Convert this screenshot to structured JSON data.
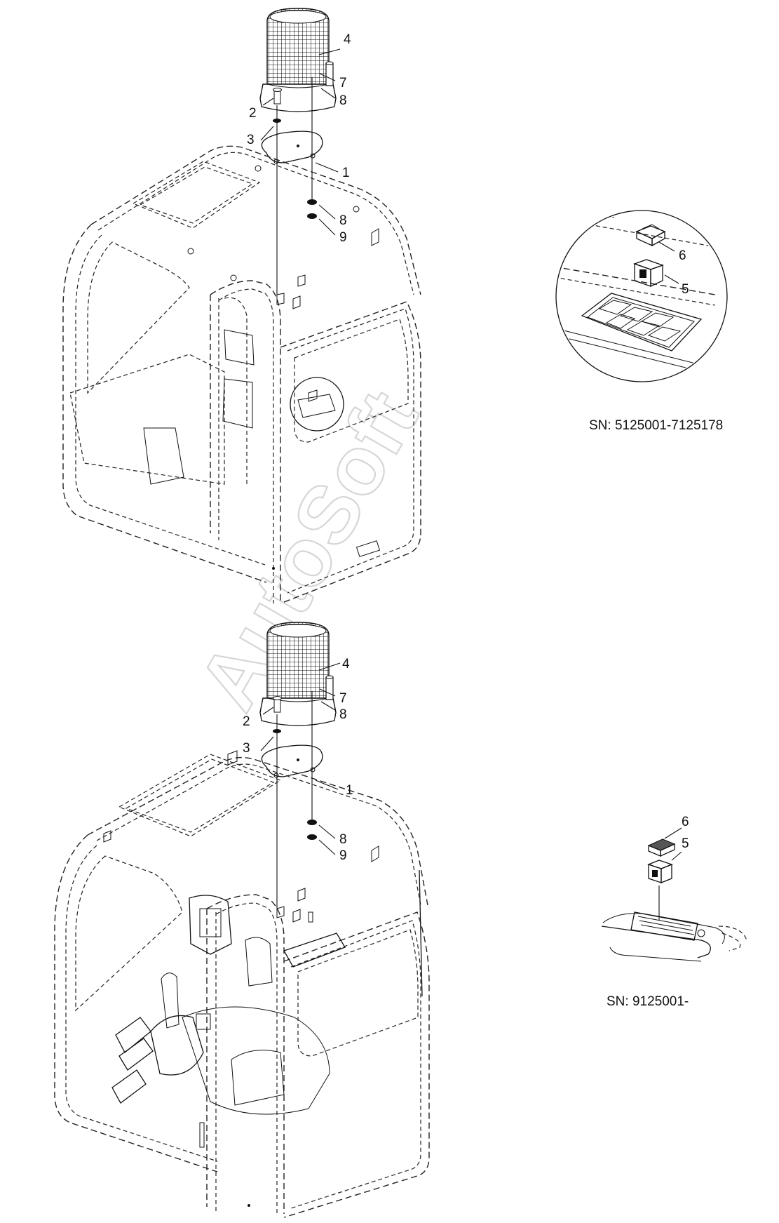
{
  "watermark": "AutoSoft",
  "top_view": {
    "callouts": [
      {
        "id": "c1",
        "text": "1"
      },
      {
        "id": "c2",
        "text": "2"
      },
      {
        "id": "c3",
        "text": "3"
      },
      {
        "id": "c4",
        "text": "4"
      },
      {
        "id": "c7",
        "text": "7"
      },
      {
        "id": "c8a",
        "text": "8"
      },
      {
        "id": "c8b",
        "text": "8"
      },
      {
        "id": "c9",
        "text": "9"
      }
    ],
    "detail": {
      "callout_6": "6",
      "callout_5": "5",
      "serial": "SN: 5125001-7125178"
    }
  },
  "bottom_view": {
    "callouts": [
      {
        "id": "c1",
        "text": "1"
      },
      {
        "id": "c2",
        "text": "2"
      },
      {
        "id": "c3",
        "text": "3"
      },
      {
        "id": "c4",
        "text": "4"
      },
      {
        "id": "c7",
        "text": "7"
      },
      {
        "id": "c8a",
        "text": "8"
      },
      {
        "id": "c8b",
        "text": "8"
      },
      {
        "id": "c9",
        "text": "9"
      }
    ],
    "detail": {
      "callout_6": "6",
      "callout_5": "5",
      "serial": "SN: 9125001-"
    }
  },
  "colors": {
    "line": "#111111",
    "watermark": "#c9c9c9",
    "background": "#ffffff"
  },
  "icons": [
    "beacon-lamp",
    "cab-outline",
    "rocker-switch",
    "switch-panel"
  ]
}
